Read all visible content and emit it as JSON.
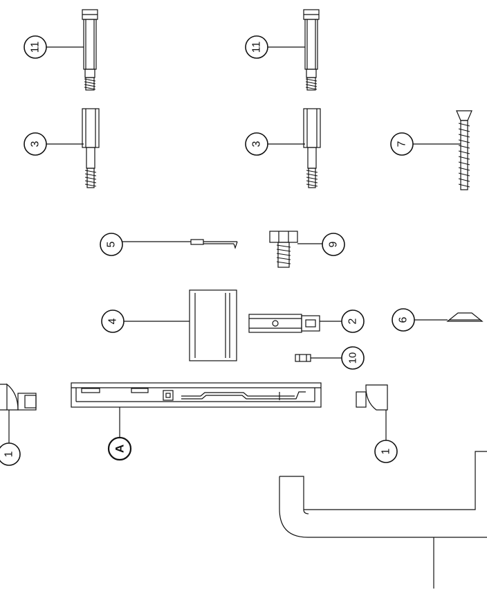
{
  "callouts": {
    "c11a": "11",
    "c11b": "11",
    "c3a": "3",
    "c3b": "3",
    "c7": "7",
    "c5": "5",
    "c9": "9",
    "c4": "4",
    "c2": "2",
    "c6": "6",
    "c10": "10",
    "c1a": "1",
    "cA": "A",
    "c1b": "1"
  }
}
